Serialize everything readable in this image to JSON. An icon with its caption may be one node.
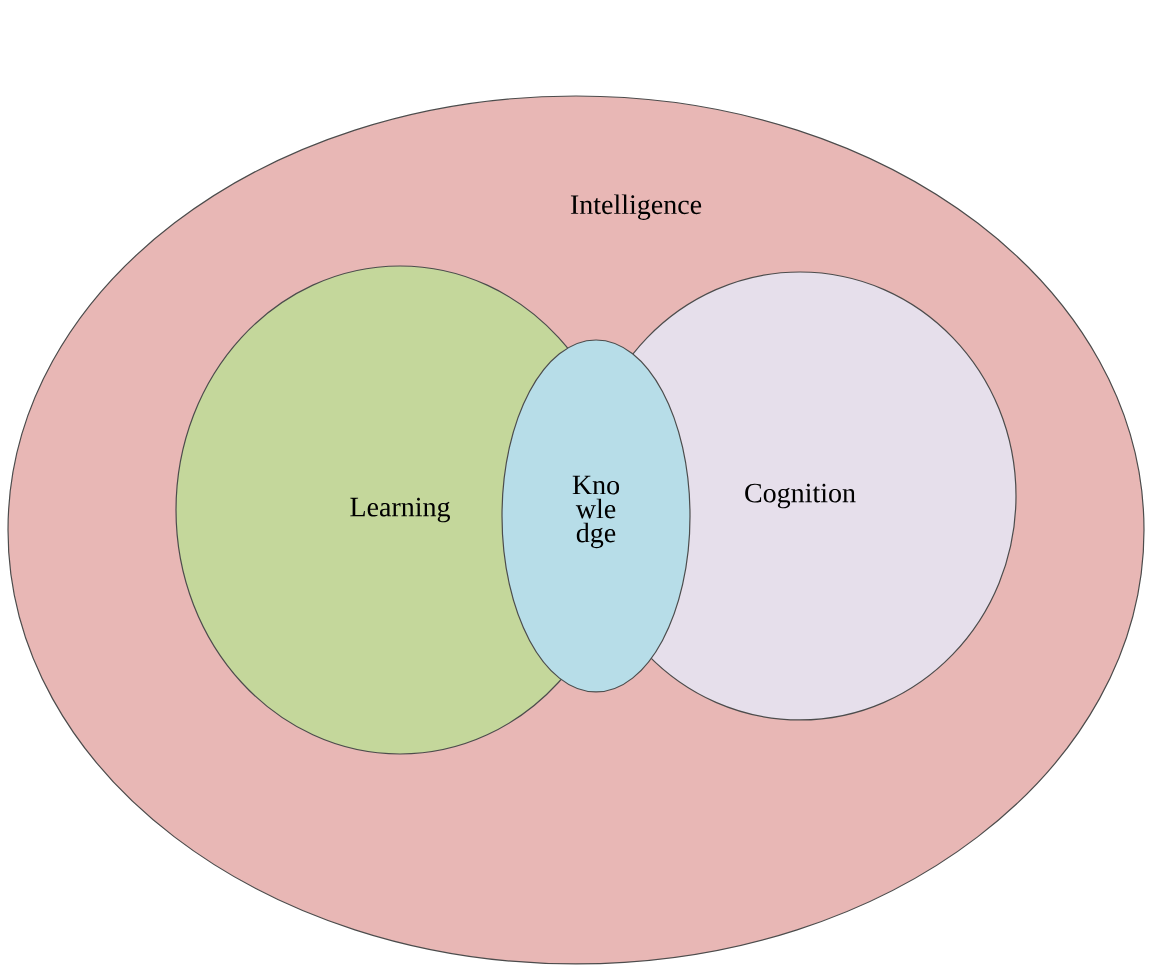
{
  "diagram": {
    "nodes": [
      {
        "text": [
          "Intelligence"
        ]
      },
      {
        "text": [
          "Learning"
        ],
        "in": 0
      },
      {
        "text": [
          "Cognition"
        ],
        "in": 0
      },
      {
        "text": [
          "Kno wle dge"
        ],
        "in": 0
      }
    ]
  }
}
